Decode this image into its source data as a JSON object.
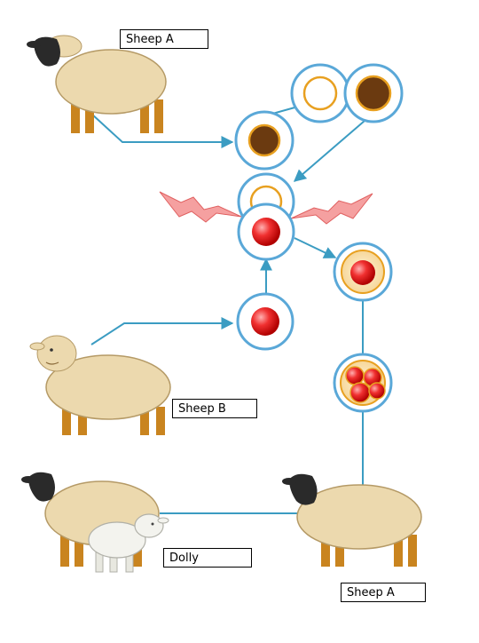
{
  "labels": {
    "sheep_a_top": "Sheep A",
    "sheep_b": "Sheep B",
    "dolly": "Dolly",
    "sheep_a_bottom": "Sheep A"
  },
  "colors": {
    "arrow": "#3b9cc2",
    "cell_border": "#5aa8d8",
    "wool": "#ecd9ae",
    "wool_white": "#f3f3ee",
    "face": "#2a2a2a",
    "leg": "#c9841f",
    "nucleus_brown": "#6b3a10",
    "nucleus_ring": "#e8a020",
    "nucleus_red": "#e01818",
    "spark": "#f08080"
  }
}
